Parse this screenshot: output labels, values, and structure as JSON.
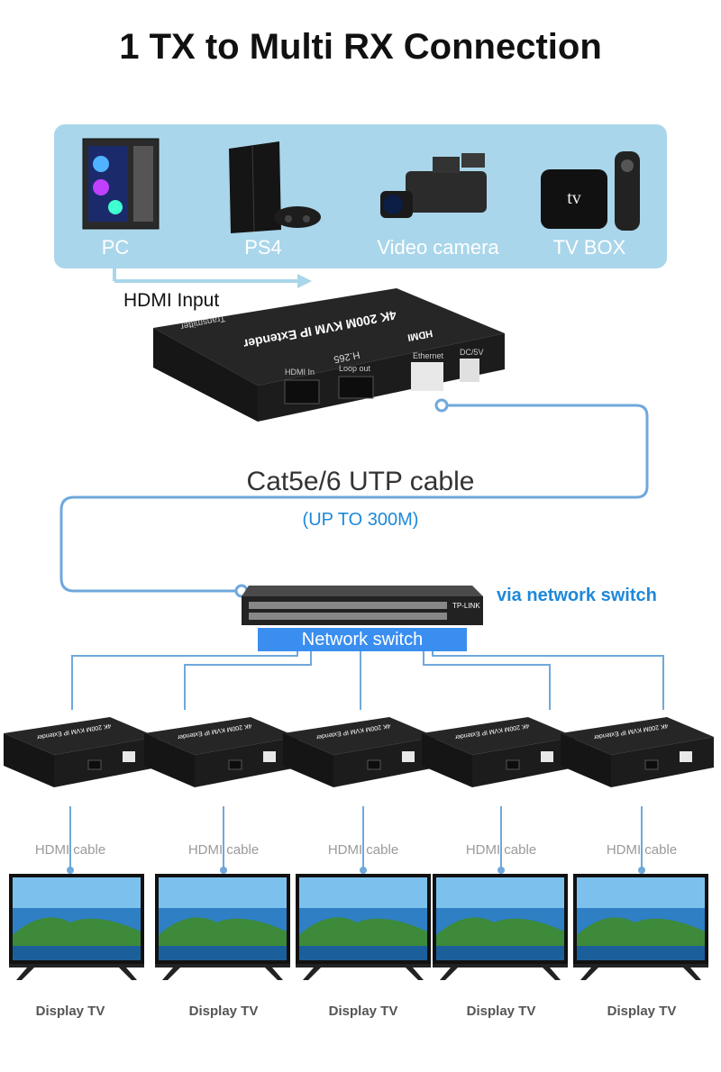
{
  "title": "1 TX to Multi RX Connection",
  "sources": [
    {
      "label": "PC",
      "icon": "pc-tower-icon"
    },
    {
      "label": "PS4",
      "icon": "game-console-icon"
    },
    {
      "label": "Video camera",
      "icon": "video-camera-icon"
    },
    {
      "label": "TV BOX",
      "icon": "tv-box-icon"
    }
  ],
  "tvbox_text": "tv",
  "hdmi_input": "HDMI Input",
  "transmitter": {
    "model": "4K 200M KVM IP Extender",
    "codec": "H.265",
    "role": "Transmitter",
    "brand": "HDMI",
    "ports": [
      "HDMI In",
      "Loop out",
      "Ethernet",
      "DC/5V"
    ]
  },
  "cable": {
    "label": "Cat5e/6 UTP cable",
    "range": "(UP TO 300M)"
  },
  "switch": {
    "label": "Network switch",
    "brand": "TP-LINK",
    "via": "via network switch"
  },
  "receivers": [
    {
      "hdmi_cable": "HDMI cable",
      "display": "Display TV"
    },
    {
      "hdmi_cable": "HDMI cable",
      "display": "Display TV"
    },
    {
      "hdmi_cable": "HDMI cable",
      "display": "Display TV"
    },
    {
      "hdmi_cable": "HDMI cable",
      "display": "Display TV"
    },
    {
      "hdmi_cable": "HDMI cable",
      "display": "Display TV"
    }
  ],
  "receiver_model": "4K 200M KVM IP Extender",
  "colors": {
    "panel": "#a9d6ea",
    "accent_blue": "#1e88d9",
    "switch_label": "#3a8ef0",
    "cable": "#6fa8dc"
  }
}
